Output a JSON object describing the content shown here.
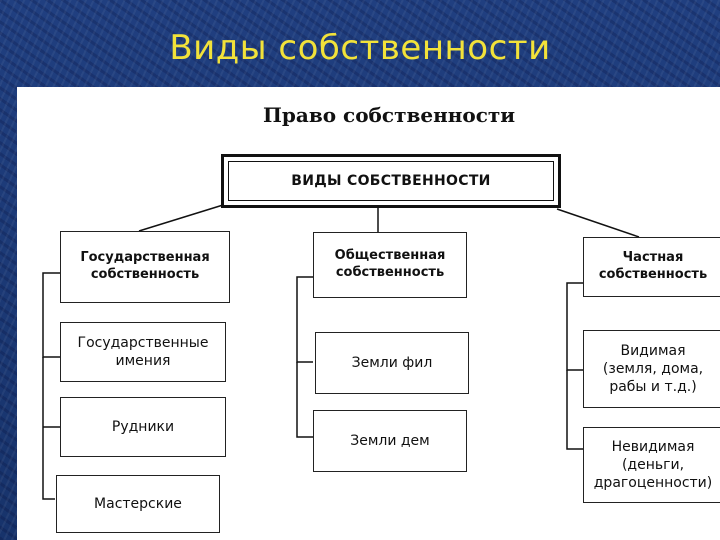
{
  "slide": {
    "title": "Виды собственности"
  },
  "diagram": {
    "heading": "Право собственности",
    "root": "ВИДЫ СОБСТВЕННОСТИ",
    "branches": [
      {
        "label": "Государственная\nсобственность",
        "children": [
          "Государственные\nимения",
          "Рудники",
          "Мастерские"
        ]
      },
      {
        "label": "Общественная\nсобственность",
        "children": [
          "Земли фил",
          "Земли дем"
        ]
      },
      {
        "label": "Частная\nсобственность",
        "children": [
          "Видимая\n(земля, дома,\nрабы и т.д.)",
          "Невидимая\n(деньги,\nдрагоценности)"
        ]
      }
    ]
  },
  "colors": {
    "title": "#f2e23a",
    "background": "#1b3a78",
    "panel": "#ffffff",
    "ink": "#111111"
  }
}
